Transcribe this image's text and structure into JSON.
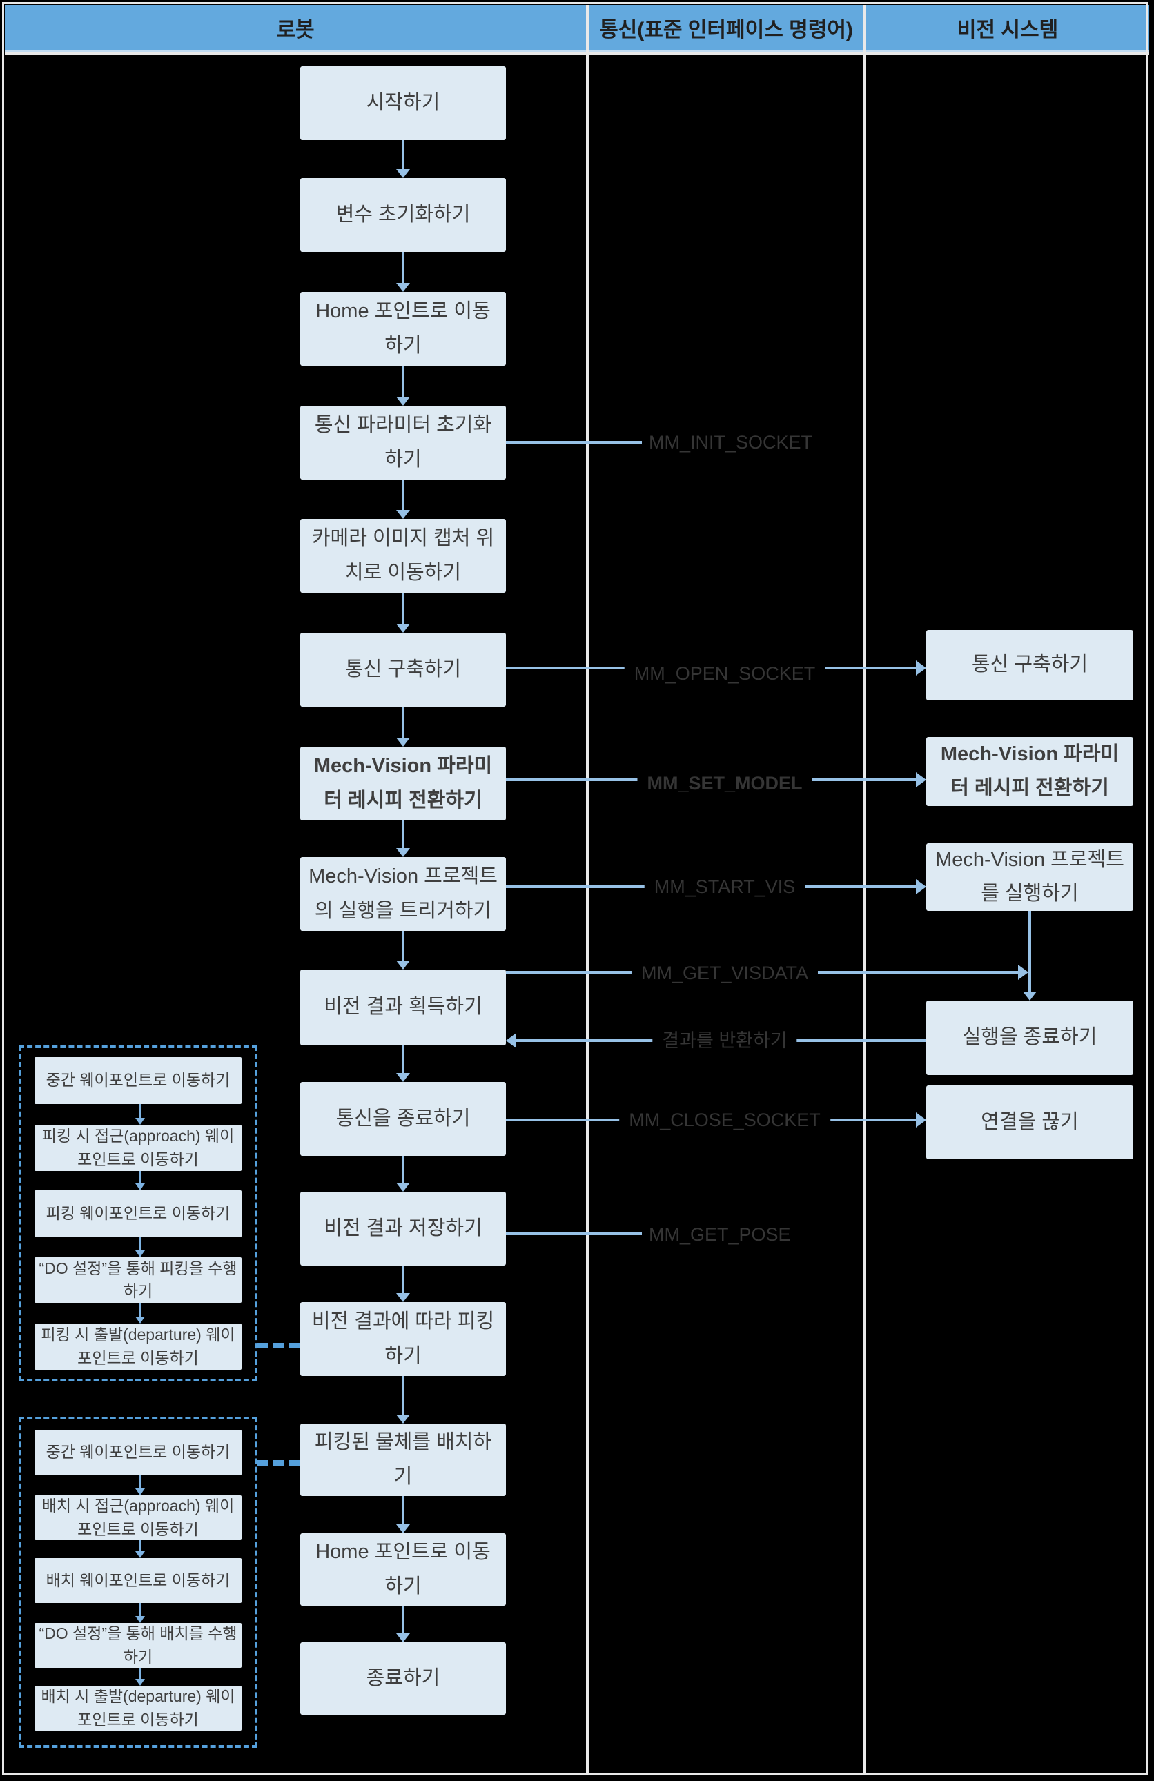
{
  "header": {
    "robot": "로봇",
    "communication": "통신(표준 인터페이스 명령어)",
    "vision": "비전 시스템"
  },
  "robot": {
    "boxes": [
      {
        "label": "시작하기"
      },
      {
        "label": "변수 초기화하기"
      },
      {
        "label": "Home 포인트로 이동하기"
      },
      {
        "label": "통신 파라미터 초기화하기"
      },
      {
        "label": "카메라 이미지 캡처 위치로 이동하기"
      },
      {
        "label": "통신 구축하기"
      },
      {
        "label": "Mech-Vision 파라미터 레시피 전환하기"
      },
      {
        "label": "Mech-Vision 프로젝트의 실행을 트리거하기"
      },
      {
        "label": "비전 결과 획득하기"
      },
      {
        "label": "통신을 종료하기"
      },
      {
        "label": "비전 결과 저장하기"
      },
      {
        "label": "비전 결과에 따라 피킹하기"
      },
      {
        "label": "피킹된 물체를 배치하기"
      },
      {
        "label": "Home 포인트로 이동하기"
      },
      {
        "label": "종료하기"
      }
    ]
  },
  "commands": {
    "labels": [
      {
        "label": "MM_INIT_SOCKET"
      },
      {
        "label": "MM_OPEN_SOCKET"
      },
      {
        "label": "MM_SET_MODEL"
      },
      {
        "label": "MM_START_VIS"
      },
      {
        "label": "MM_GET_VISDATA"
      },
      {
        "label": "결과를 반환하기"
      },
      {
        "label": "MM_CLOSE_SOCKET"
      },
      {
        "label": "MM_GET_POSE"
      }
    ]
  },
  "vision": {
    "boxes": [
      {
        "label": "통신 구축하기"
      },
      {
        "label": "Mech-Vision 파라미터 레시피 전환하기"
      },
      {
        "label": "Mech-Vision 프로젝트를 실행하기"
      },
      {
        "label": "실행을 종료하기"
      },
      {
        "label": "연결을 끊기"
      }
    ]
  },
  "pick_group": {
    "boxes": [
      {
        "label": "중간 웨이포인트로 이동하기"
      },
      {
        "label": "피킹 시 접근(approach) 웨이포인트로 이동하기"
      },
      {
        "label": "피킹 웨이포인트로 이동하기"
      },
      {
        "label": "“DO 설정”을 통해 피킹을 수행하기"
      },
      {
        "label": "피킹 시 출발(departure) 웨이포인트로 이동하기"
      }
    ]
  },
  "place_group": {
    "boxes": [
      {
        "label": "중간 웨이포인트로 이동하기"
      },
      {
        "label": "배치 시 접근(approach) 웨이포인트로 이동하기"
      },
      {
        "label": "배치 웨이포인트로 이동하기"
      },
      {
        "label": "“DO 설정”을 통해 배치를 수행하기"
      },
      {
        "label": "배치 시 출발(departure) 웨이포인트로 이동하기"
      }
    ]
  },
  "colors": {
    "header_blue": "#63A9DE",
    "box_fill": "#DEEAF3",
    "box_text": "#3F3F3F",
    "connector_blue": "#97C1E6",
    "dashed_blue": "#55A0DC",
    "divider_white": "#E9E9E9",
    "background": "#000000"
  }
}
